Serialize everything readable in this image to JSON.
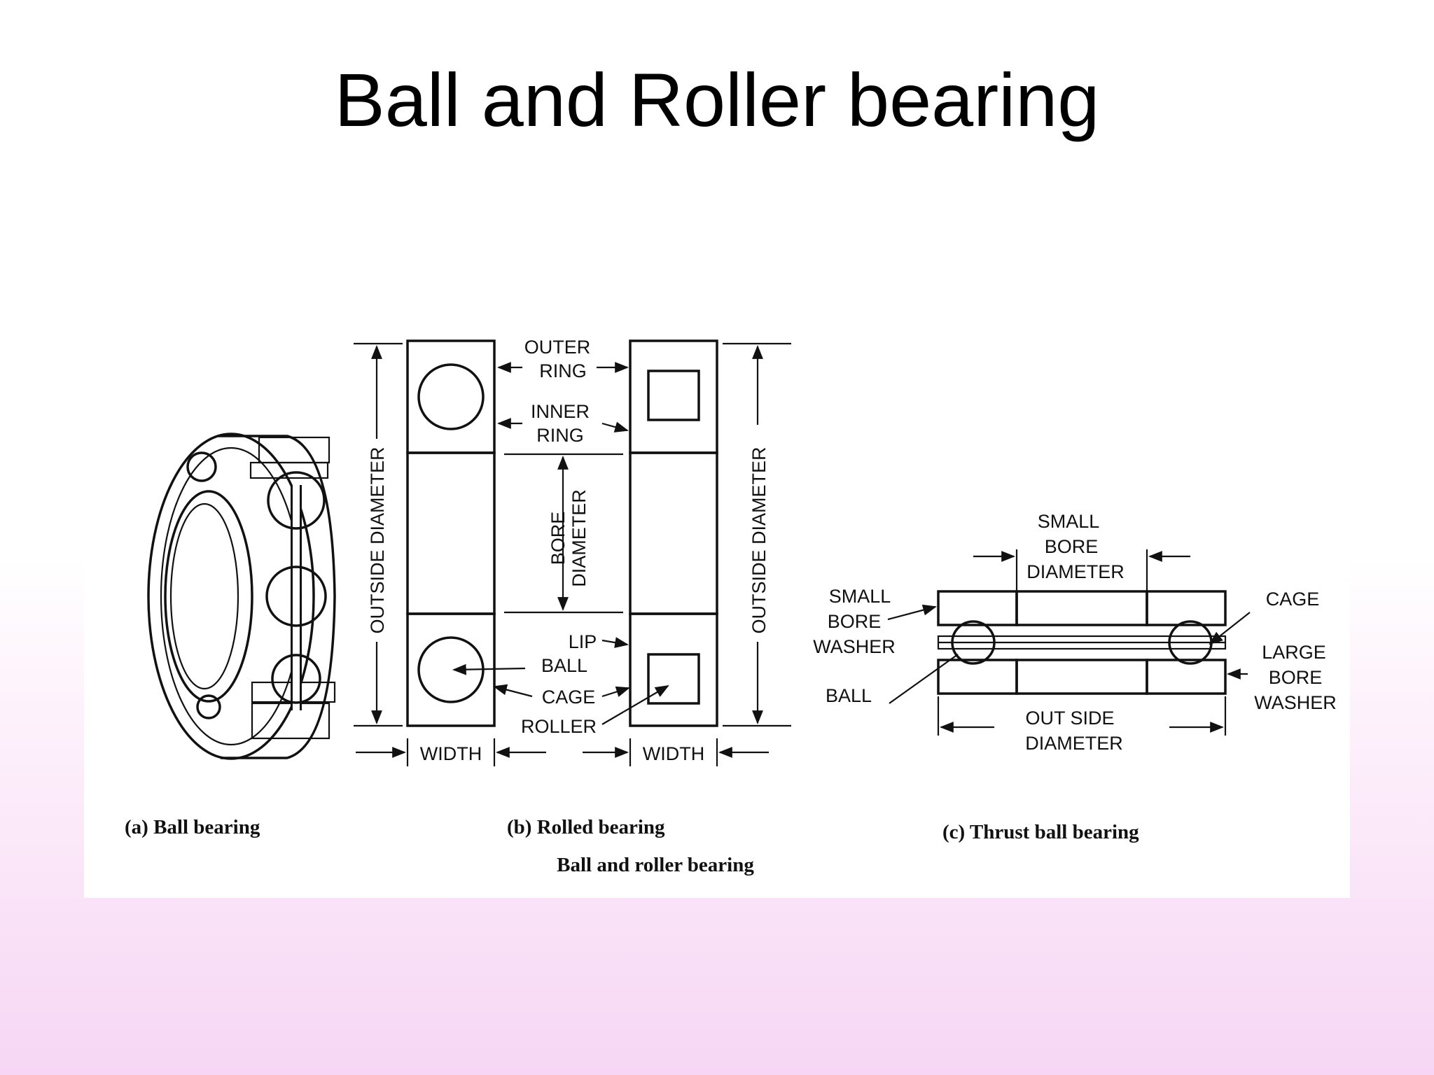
{
  "title": "Ball and Roller bearing",
  "figure": {
    "caption": "Ball and roller bearing",
    "panel_a": {
      "caption": "(a) Ball bearing"
    },
    "panel_b": {
      "caption": "(b) Rolled bearing",
      "labels": {
        "outer_ring": [
          "OUTER",
          "RING"
        ],
        "inner_ring": [
          "INNER",
          "RING"
        ],
        "bore_diameter": [
          "BORE",
          "DIAMETER"
        ],
        "outside_diameter": "OUTSIDE DIAMETER",
        "lip": "LIP",
        "ball": "BALL",
        "cage": "CAGE",
        "roller": "ROLLER",
        "width": "WIDTH"
      }
    },
    "panel_c": {
      "caption": "(c) Thrust ball bearing",
      "labels": {
        "small_bore_diameter": [
          "SMALL",
          "BORE",
          "DIAMETER"
        ],
        "small_bore_washer": [
          "SMALL",
          "BORE",
          "WASHER"
        ],
        "ball": "BALL",
        "cage": "CAGE",
        "large_bore_washer": [
          "LARGE",
          "BORE",
          "WASHER"
        ],
        "outside_diameter": [
          "OUT SIDE",
          "DIAMETER"
        ]
      }
    }
  }
}
